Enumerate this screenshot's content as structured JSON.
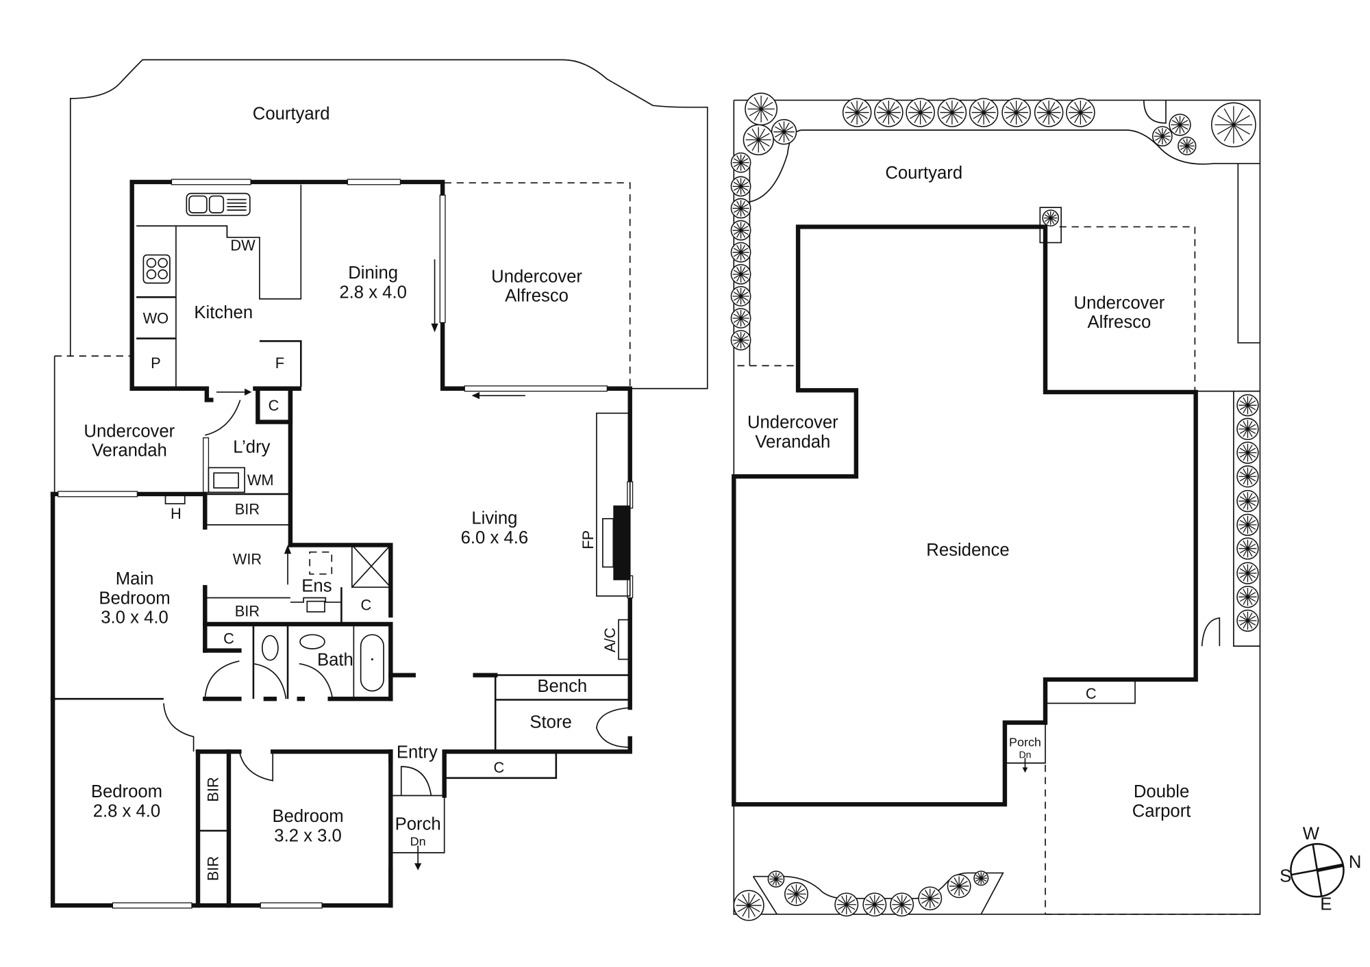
{
  "floor_plan": {
    "rooms": {
      "courtyard": {
        "name": "Courtyard"
      },
      "kitchen": {
        "name": "Kitchen"
      },
      "dining": {
        "name": "Dining",
        "size": "2.8 x 4.0"
      },
      "alfresco": {
        "line1": "Undercover",
        "line2": "Alfresco"
      },
      "verandah": {
        "line1": "Undercover",
        "line2": "Verandah"
      },
      "laundry": {
        "name": "L’dry"
      },
      "living": {
        "name": "Living",
        "size": "6.0 x 4.6"
      },
      "main_bedroom": {
        "line1": "Main",
        "line2": "Bedroom",
        "size": "3.0 x 4.0"
      },
      "wir": {
        "name": "WIR"
      },
      "ensuite": {
        "name": "Ens"
      },
      "bath": {
        "name": "Bath"
      },
      "bedroom2": {
        "name": "Bedroom",
        "size": "2.8 x 4.0"
      },
      "bedroom3": {
        "name": "Bedroom",
        "size": "3.2 x 3.0"
      },
      "entry": {
        "name": "Entry"
      },
      "porch": {
        "name": "Porch",
        "dn": "Dn"
      },
      "bench": {
        "name": "Bench"
      },
      "store": {
        "name": "Store"
      }
    },
    "fixtures": {
      "dw": "DW",
      "wo": "WO",
      "p": "P",
      "f": "F",
      "c": "C",
      "wm": "WM",
      "bir": "BIR",
      "h": "H",
      "fp": "FP",
      "ac": "A/C"
    }
  },
  "site_plan": {
    "courtyard": "Courtyard",
    "alfresco": {
      "line1": "Undercover",
      "line2": "Alfresco"
    },
    "verandah": {
      "line1": "Undercover",
      "line2": "Verandah"
    },
    "residence": "Residence",
    "carport": {
      "line1": "Double",
      "line2": "Carport"
    },
    "porch": {
      "name": "Porch",
      "dn": "Dn"
    },
    "cupboard": "C"
  },
  "compass": {
    "w": "W",
    "n": "N",
    "s": "S",
    "e": "E"
  }
}
